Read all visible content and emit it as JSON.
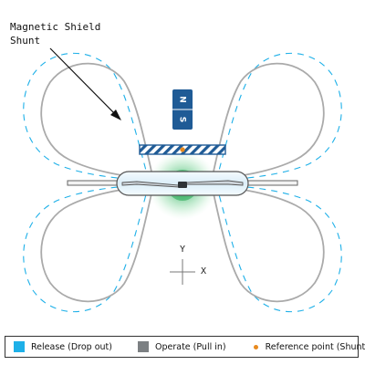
{
  "annotation": {
    "line1": "Magnetic Shield",
    "line2": "Shunt"
  },
  "magnet": {
    "north": "N",
    "south": "S"
  },
  "axes": {
    "y": "Y",
    "x": "X"
  },
  "legend": {
    "release": "Release (Drop out)",
    "operate": "Operate (Pull in)",
    "reference": "Reference point (Shunt)"
  },
  "colors": {
    "release": "#1eb0e8",
    "operate": "#7c8083",
    "reference": "#e88a1e",
    "magnet": "#1f5b96",
    "field_glow": "#1aa64a",
    "shunt_stripe": "#1f5b96",
    "outline": "#aaaaaa"
  }
}
